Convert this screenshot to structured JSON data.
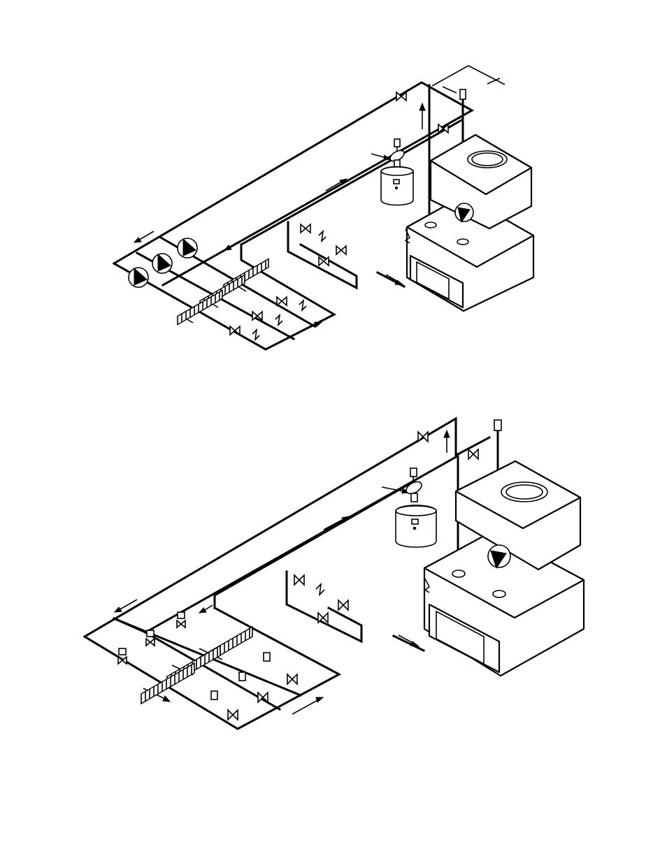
{
  "figures": [
    {
      "id": "top-diagram",
      "pumps": 3,
      "coils": 3
    },
    {
      "id": "bottom-diagram",
      "pumps": 0,
      "coils": 3
    }
  ],
  "colors": {
    "line": "#000000",
    "background": "#ffffff"
  },
  "icons": [
    "pump-icon",
    "valve-icon",
    "check-valve-icon",
    "coil-icon",
    "expansion-tank-icon",
    "air-separator-icon",
    "flow-arrow-icon",
    "chiller-unit-icon",
    "control-valve-icon"
  ]
}
